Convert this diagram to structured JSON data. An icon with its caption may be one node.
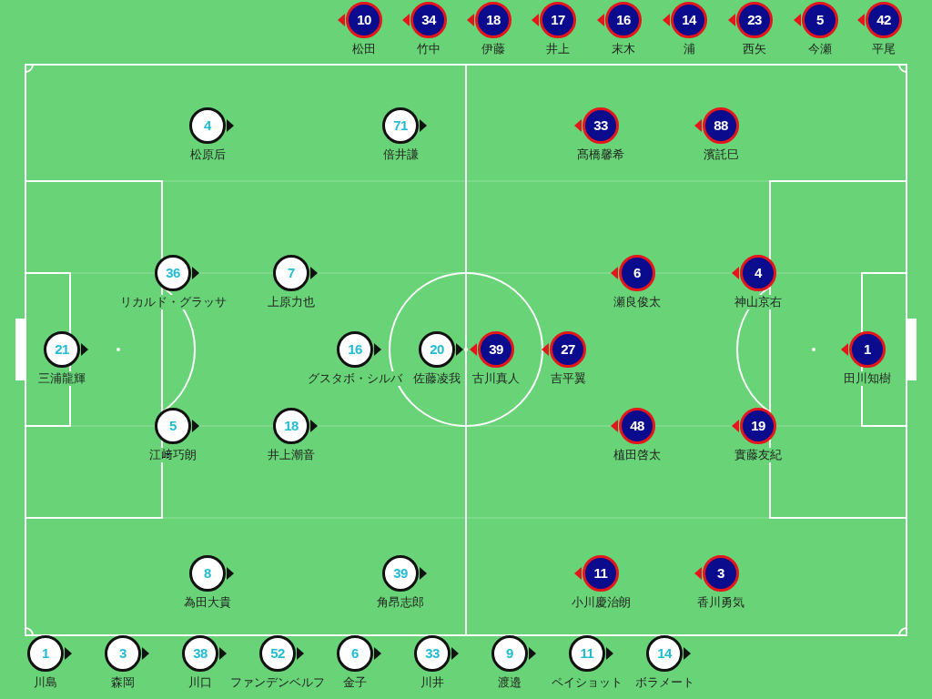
{
  "diagram": {
    "nodes": [
      {
        "text": [
          "10",
          "松田"
        ]
      },
      {
        "text": [
          "34",
          "竹中"
        ]
      },
      {
        "text": [
          "18",
          "伊藤"
        ]
      },
      {
        "text": [
          "17",
          "井上"
        ]
      },
      {
        "text": [
          "16",
          "末木"
        ]
      },
      {
        "text": [
          "14",
          "浦"
        ]
      },
      {
        "text": [
          "23",
          "西矢"
        ]
      },
      {
        "text": [
          "5",
          "今瀬"
        ]
      },
      {
        "text": [
          "42",
          "平尾"
        ]
      },
      {
        "text": [
          "4",
          "松原后"
        ]
      },
      {
        "text": [
          "71",
          "倍井謙"
        ]
      },
      {
        "text": [
          "33",
          "髙橋馨希"
        ]
      },
      {
        "text": [
          "88",
          "濱託巳"
        ]
      },
      {
        "text": [
          "36",
          "リカルド・グラッサ"
        ]
      },
      {
        "text": [
          "7",
          "上原力也"
        ]
      },
      {
        "text": [
          "6",
          "瀬良俊太"
        ]
      },
      {
        "text": [
          "4",
          "神山京右"
        ]
      },
      {
        "text": [
          "21",
          "三浦龍輝"
        ]
      },
      {
        "text": [
          "16",
          "グスタボ・シルバ"
        ]
      },
      {
        "text": [
          "20",
          "佐藤凌我"
        ]
      },
      {
        "text": [
          "39",
          "古川真人"
        ]
      },
      {
        "text": [
          "27",
          "吉平翼"
        ]
      },
      {
        "text": [
          "1",
          "田川知樹"
        ]
      },
      {
        "text": [
          "5",
          "江﨑巧朗"
        ]
      },
      {
        "text": [
          "18",
          "井上潮音"
        ]
      },
      {
        "text": [
          "48",
          "植田啓太"
        ]
      },
      {
        "text": [
          "19",
          "實藤友紀"
        ]
      },
      {
        "text": [
          "8",
          "為田大貴"
        ]
      },
      {
        "text": [
          "39",
          "角昂志郎"
        ]
      },
      {
        "text": [
          "11",
          "小川慶治朗"
        ]
      },
      {
        "text": [
          "3",
          "香川勇気"
        ]
      },
      {
        "text": [
          "1",
          "川島"
        ]
      },
      {
        "text": [
          "3",
          "森岡"
        ]
      },
      {
        "text": [
          "38",
          "川口"
        ]
      },
      {
        "text": [
          "52",
          "ファンデンベルフ"
        ]
      },
      {
        "text": [
          "6",
          "金子"
        ]
      },
      {
        "text": [
          "33",
          "川井"
        ]
      },
      {
        "text": [
          "9",
          "渡邉"
        ]
      },
      {
        "text": [
          "11",
          "ペイショット"
        ]
      },
      {
        "text": [
          "14",
          "ボラメート"
        ]
      }
    ]
  }
}
